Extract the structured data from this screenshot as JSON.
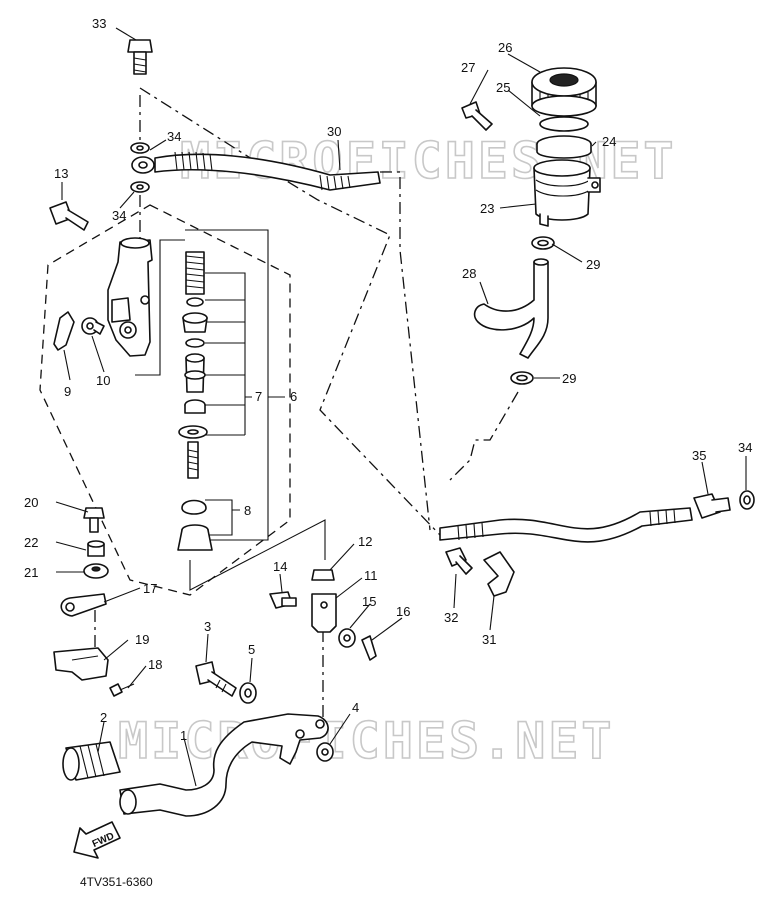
{
  "watermark": "MICROFICHES.NET",
  "diagram_code": "4TV351-6360",
  "fwd_label": "FWD",
  "callouts": {
    "c1": "1",
    "c2": "2",
    "c3": "3",
    "c4": "4",
    "c5": "5",
    "c6": "6",
    "c7": "7",
    "c8": "8",
    "c9": "9",
    "c10": "10",
    "c11": "11",
    "c12": "12",
    "c13": "13",
    "c14": "14",
    "c15": "15",
    "c16": "16",
    "c17": "17",
    "c18": "18",
    "c19": "19",
    "c20": "20",
    "c21": "21",
    "c22": "22",
    "c23": "23",
    "c24": "24",
    "c25": "25",
    "c26": "26",
    "c27": "27",
    "c28": "28",
    "c29a": "29",
    "c29b": "29",
    "c30": "30",
    "c31": "31",
    "c32": "32",
    "c33": "33",
    "c34a": "34",
    "c34b": "34",
    "c34c": "34",
    "c35": "35"
  }
}
